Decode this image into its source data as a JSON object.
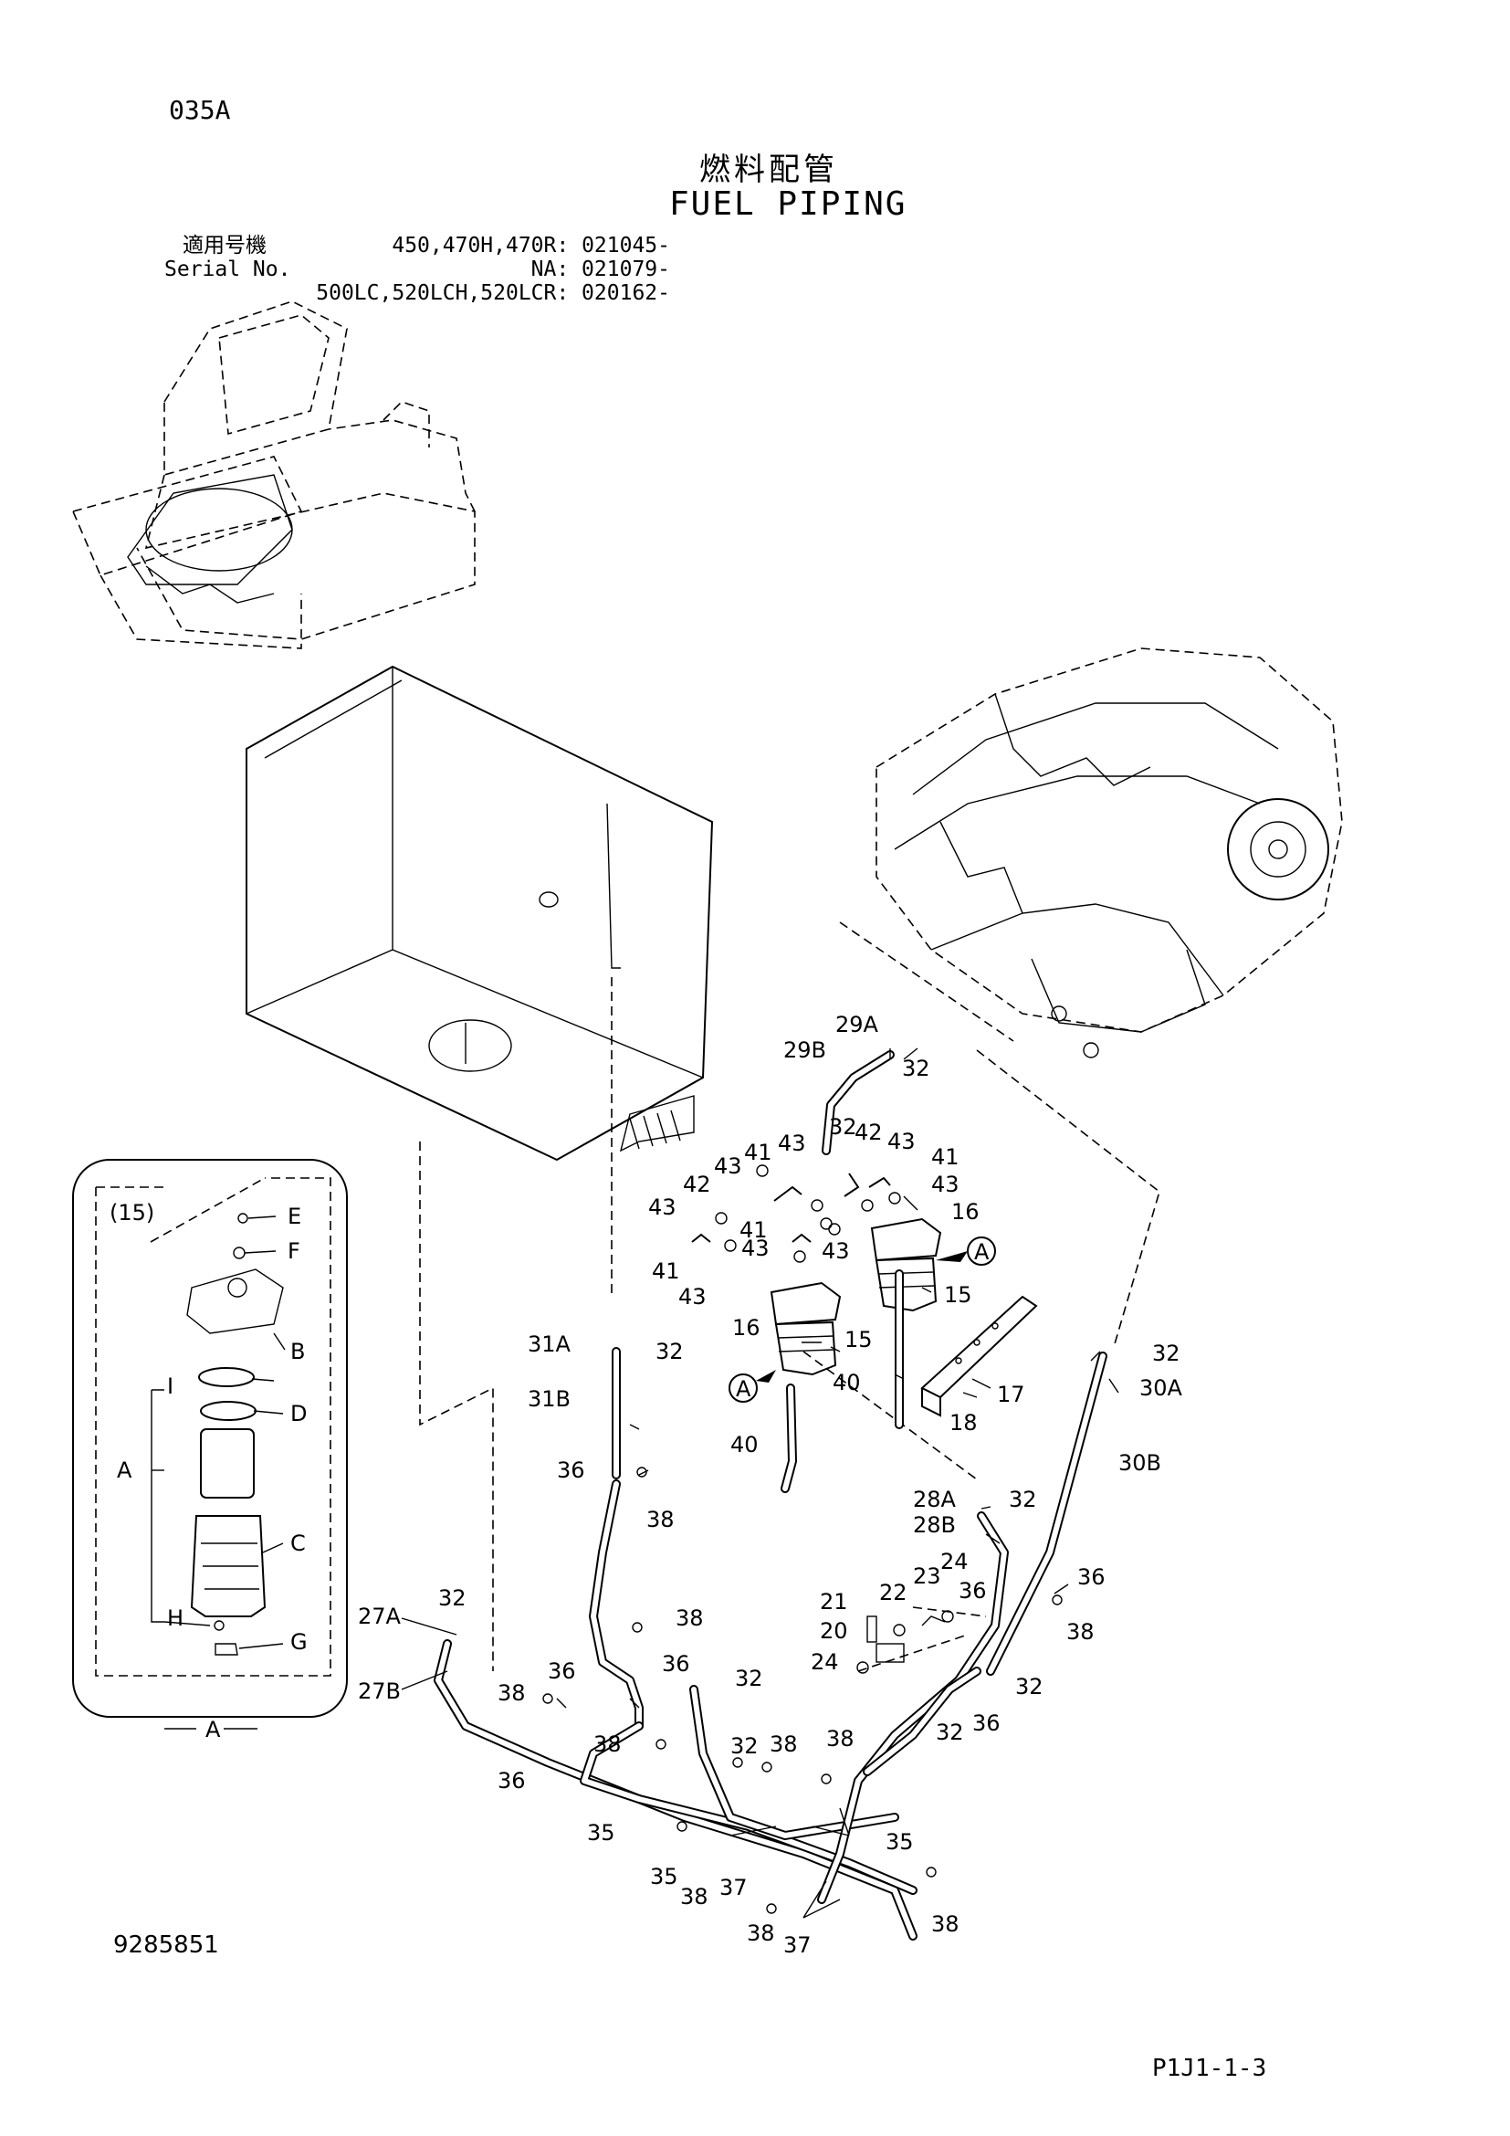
{
  "page": {
    "code": "035A",
    "title_jp": "燃料配管",
    "title_en": "FUEL PIPING",
    "serial_label_jp": "適用号機",
    "serial_label_en": "Serial No.",
    "serial_lines": [
      "450,470H,470R: 021045-",
      "NA: 021079-",
      "500LC,520LCH,520LCR: 020162-"
    ],
    "drawing_number": "9285851",
    "page_ref": "P1J1-1-3"
  },
  "detail_a": {
    "ref": "(15)",
    "caption": "A",
    "labels": [
      "E",
      "F",
      "B",
      "I",
      "D",
      "A",
      "C",
      "H",
      "G"
    ]
  },
  "callouts": [
    "29A",
    "29B",
    "32",
    "32",
    "42",
    "43",
    "43",
    "41",
    "43",
    "42",
    "43",
    "41",
    "43",
    "16",
    "43",
    "41",
    "43",
    "41",
    "43",
    "16",
    "15",
    "15",
    "A",
    "A",
    "31A",
    "32",
    "31B",
    "17",
    "18",
    "40",
    "40",
    "32",
    "30A",
    "30B",
    "36",
    "38",
    "28A",
    "32",
    "28B",
    "24",
    "23",
    "36",
    "36",
    "22",
    "21",
    "20",
    "24",
    "38",
    "32",
    "38",
    "27A",
    "32",
    "27B",
    "36",
    "36",
    "32",
    "38",
    "38",
    "32",
    "38",
    "36",
    "32",
    "36",
    "38",
    "35",
    "35",
    "35",
    "37",
    "38",
    "38",
    "37",
    "38"
  ]
}
